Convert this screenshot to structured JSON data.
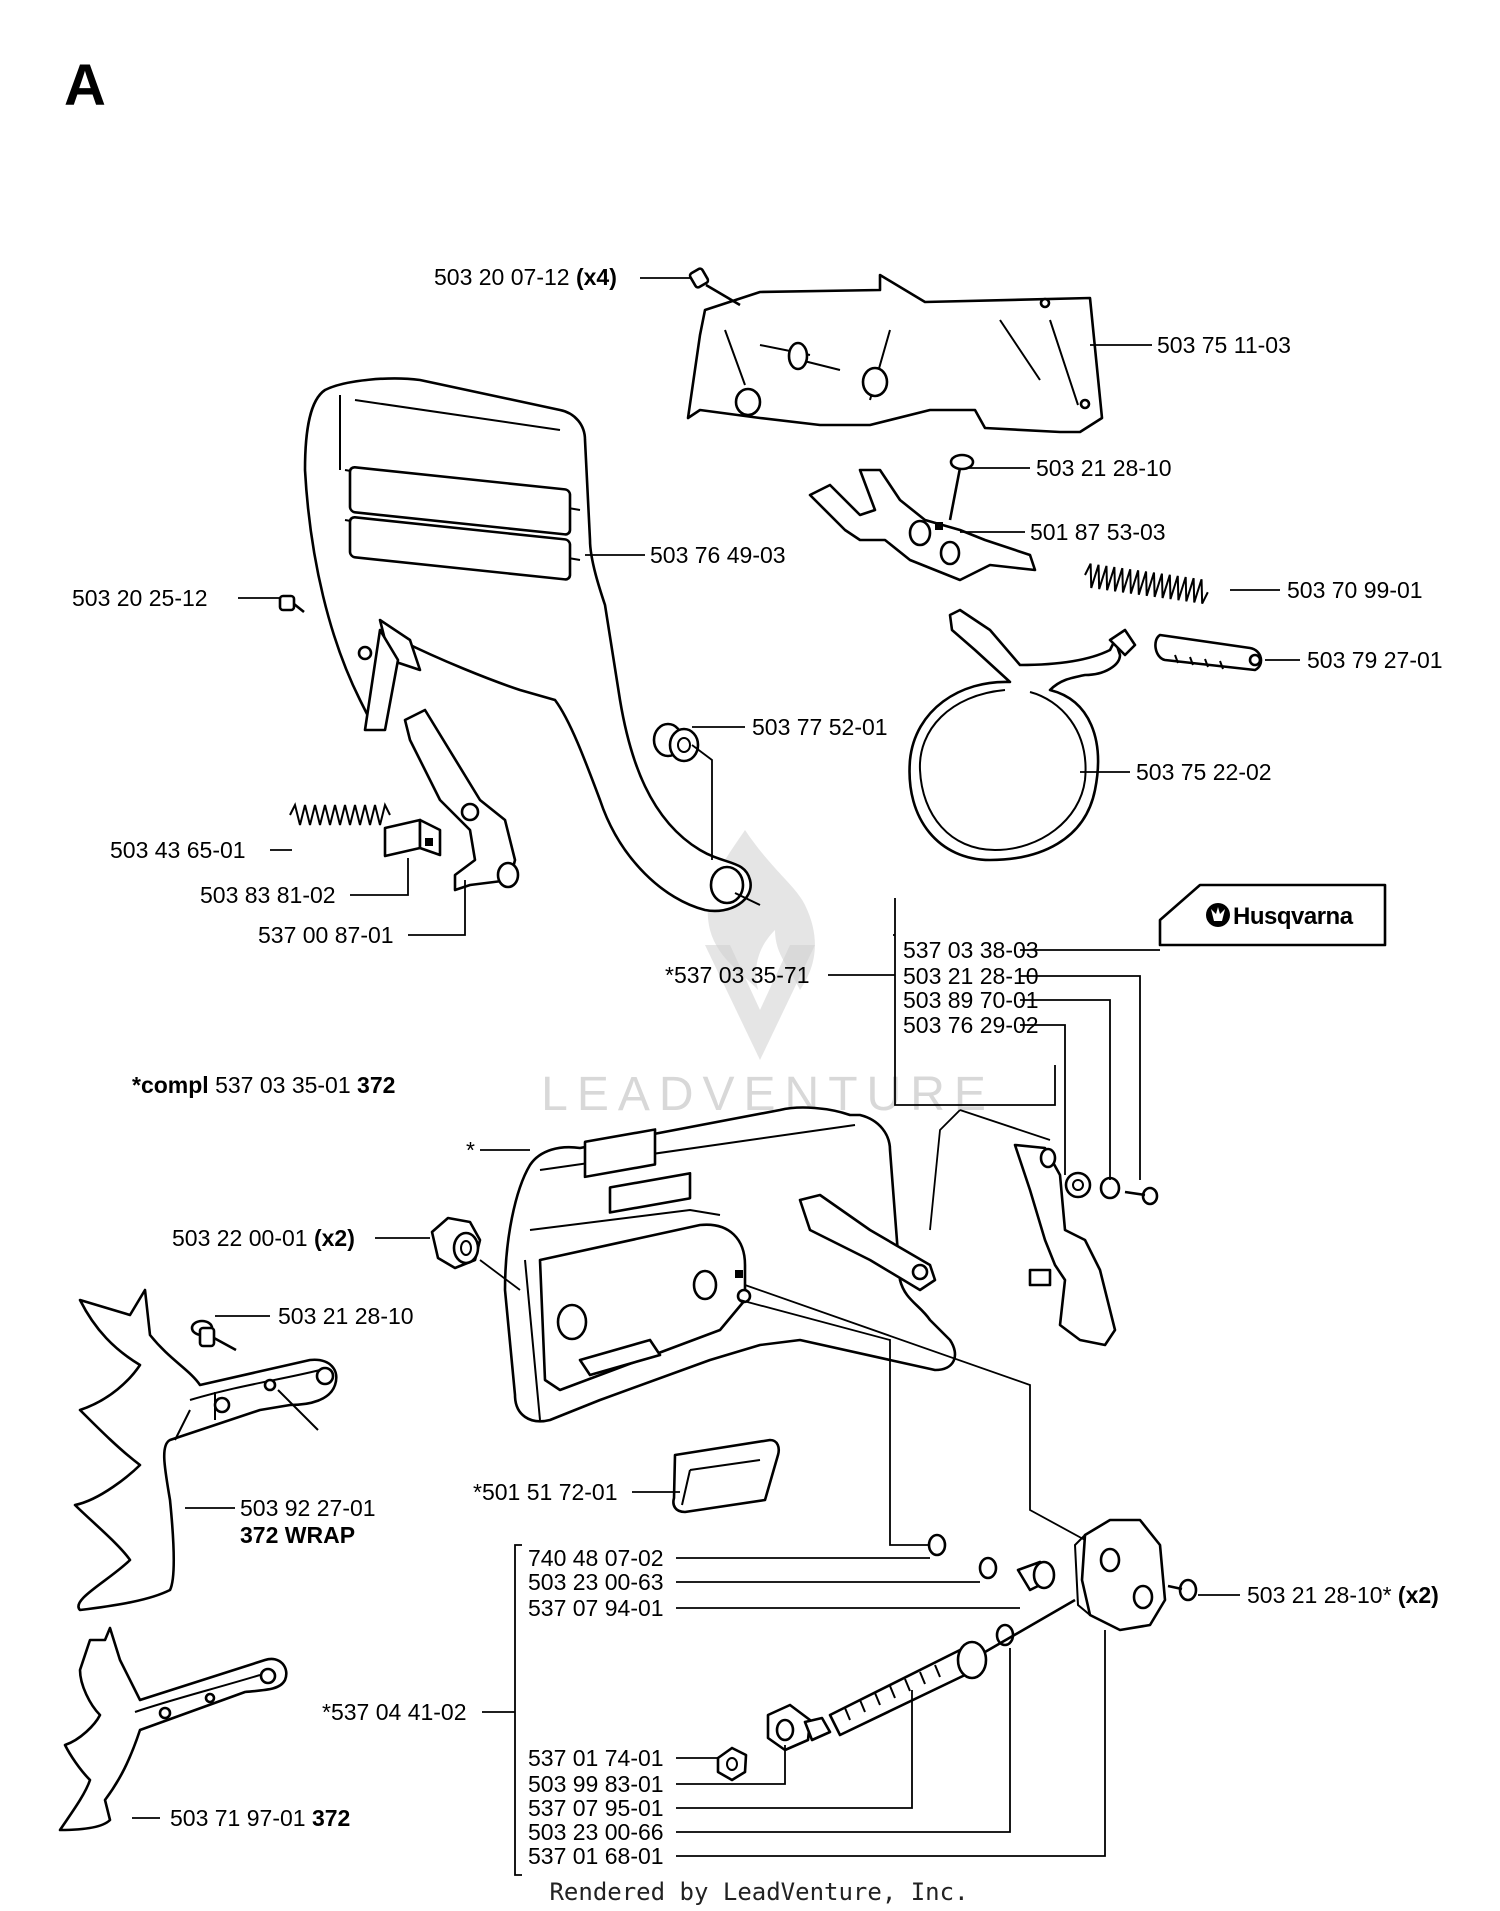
{
  "section_letter": "A",
  "footer": "Rendered by LeadVenture, Inc.",
  "watermark": "LEADVENTURE",
  "brand_logo": "Husqvarna",
  "callouts": {
    "c_503200712": {
      "part": "503 20 07-12",
      "qty": "(x4)"
    },
    "c_503751103": {
      "part": "503 75 11-03"
    },
    "c_503212810_a": {
      "part": "503 21 28-10"
    },
    "c_501875303": {
      "part": "501 87 53-03"
    },
    "c_503764903": {
      "part": "503 76 49-03"
    },
    "c_503202512": {
      "part": "503 20 25-12"
    },
    "c_503709901": {
      "part": "503 70 99-01"
    },
    "c_503792701": {
      "part": "503 79 27-01"
    },
    "c_503775201": {
      "part": "503 77 52-01"
    },
    "c_503752202": {
      "part": "503 75 22-02"
    },
    "c_503436501": {
      "part": "503 43 65-01"
    },
    "c_503838102": {
      "part": "503 83 81-02"
    },
    "c_537008701": {
      "part": "537 00 87-01"
    },
    "c_537033803": {
      "part": "537 03 38-03"
    },
    "c_503212810_b": {
      "part": "503 21 28-10"
    },
    "c_503897001": {
      "part": "503 89 70-01"
    },
    "c_503762902": {
      "part": "503 76 29-02"
    },
    "c_537033571": {
      "part": "*537 03 35-71"
    },
    "c_compl": {
      "prefix": "*compl",
      "part": "537 03 35-01",
      "model": "372"
    },
    "c_star": {
      "part": "*"
    },
    "c_503220001": {
      "part": "503 22 00-01",
      "qty": "(x2)"
    },
    "c_503212810_c": {
      "part": "503 21 28-10"
    },
    "c_503922701": {
      "part": "503 92 27-01",
      "model": "372 WRAP"
    },
    "c_501517201": {
      "part": "*501 51 72-01"
    },
    "c_740480702": {
      "part": "740 48 07-02"
    },
    "c_503230063": {
      "part": "503 23 00-63"
    },
    "c_537079401": {
      "part": "537 07 94-01"
    },
    "c_503212810_d": {
      "part": "503 21 28-10*",
      "qty": "(x2)"
    },
    "c_537044102": {
      "part": "*537 04 41-02"
    },
    "c_537017401": {
      "part": "537 01 74-01"
    },
    "c_503998301": {
      "part": "503 99 83-01"
    },
    "c_537079501": {
      "part": "537 07 95-01"
    },
    "c_503230066": {
      "part": "503 23 00-66"
    },
    "c_537016801": {
      "part": "537 01 68-01"
    },
    "c_503719701": {
      "part": "503 71 97-01",
      "model": "372"
    }
  }
}
